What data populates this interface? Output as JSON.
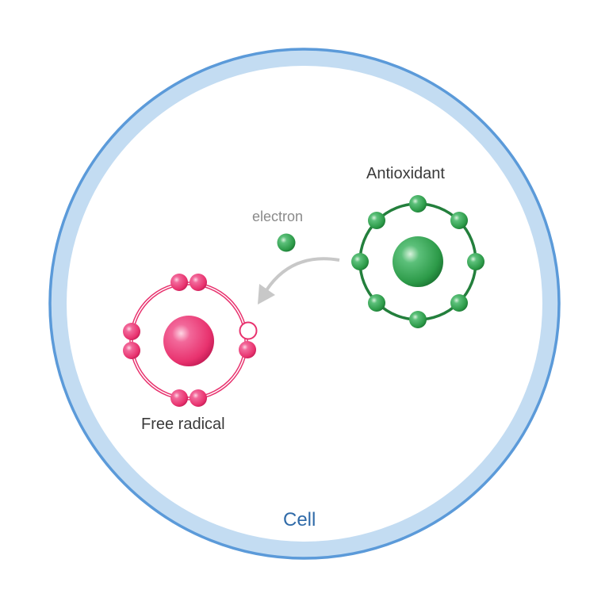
{
  "labels": {
    "antioxidant": "Antioxidant",
    "electron": "electron",
    "free_radical": "Free radical",
    "cell": "Cell"
  },
  "colors": {
    "cell_outer": "#5b9ad9",
    "cell_band": "#c3dcf2",
    "antioxidant": "#2e9b4a",
    "free_radical": "#e8326e",
    "arrow": "#c8c8c8"
  },
  "diagram": {
    "antioxidant_electron_count": 8,
    "free_radical_electron_count": 7,
    "free_radical_missing_electrons": 1
  }
}
